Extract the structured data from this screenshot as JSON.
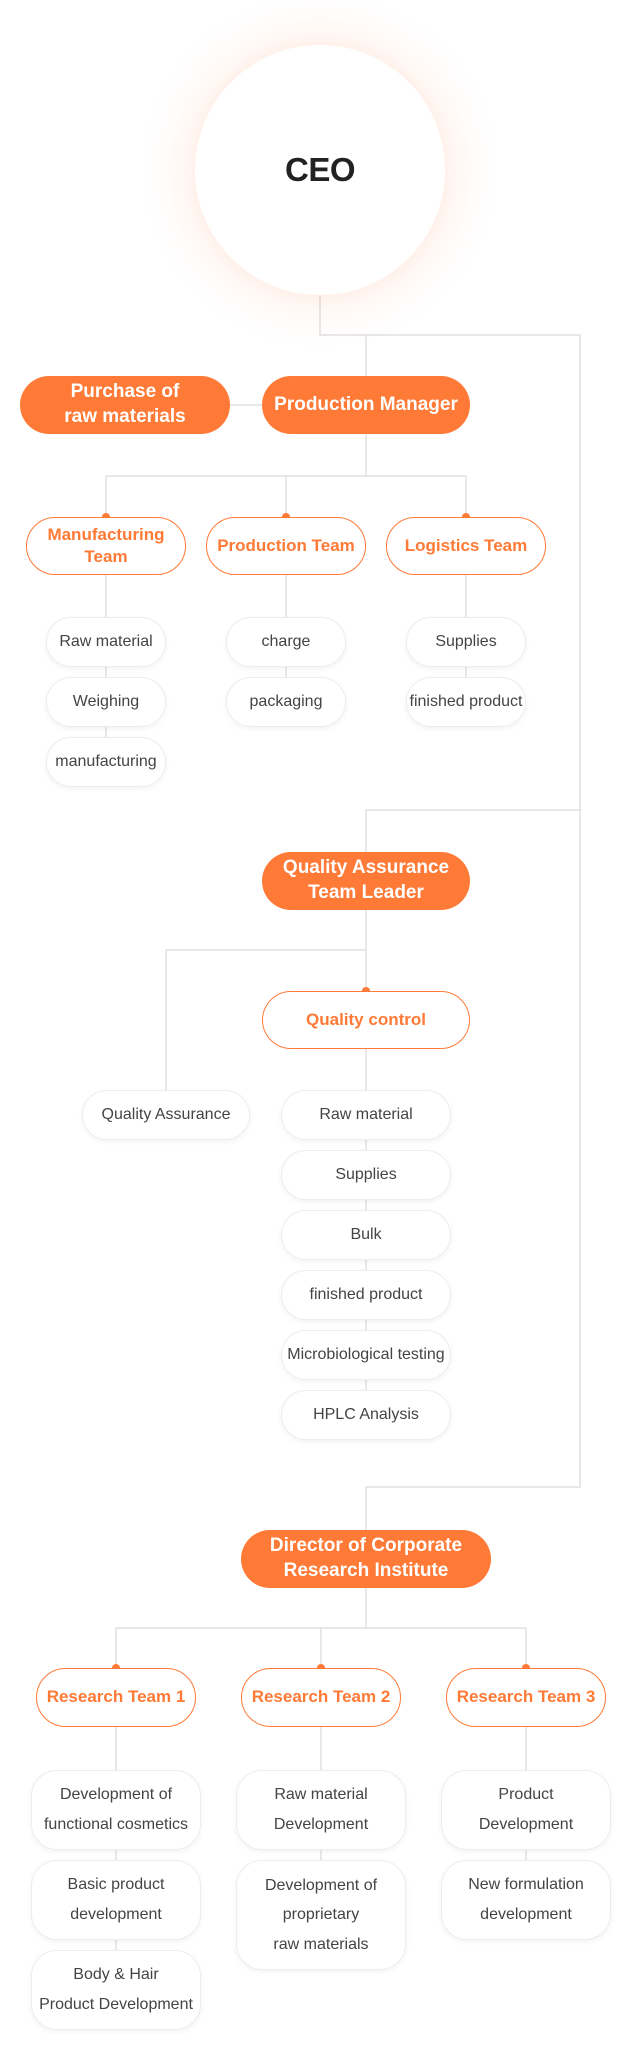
{
  "ceo": {
    "label": "CEO"
  },
  "production": {
    "purchase": "Purchase of\nraw materials",
    "manager": "Production Manager",
    "teams": [
      {
        "name": "Manufacturing\nTeam",
        "items": [
          "Raw material",
          "Weighing",
          "manufacturing"
        ]
      },
      {
        "name": "Production Team",
        "items": [
          "charge",
          "packaging"
        ]
      },
      {
        "name": "Logistics Team",
        "items": [
          "Supplies",
          "finished product"
        ]
      }
    ]
  },
  "quality": {
    "leader": "Quality Assurance\nTeam Leader",
    "assurance": "Quality Assurance",
    "control": "Quality control",
    "items": [
      "Raw material",
      "Supplies",
      "Bulk",
      "finished product",
      "Microbiological testing",
      "HPLC Analysis"
    ]
  },
  "research": {
    "director": "Director of Corporate\nResearch Institute",
    "teams": [
      {
        "name": "Research Team 1",
        "items": [
          "Development of\nfunctional cosmetics",
          "Basic product\ndevelopment",
          "Body & Hair\nProduct Development"
        ]
      },
      {
        "name": "Research Team 2",
        "items": [
          "Raw material\nDevelopment",
          "Development of\nproprietary\nraw materials"
        ]
      },
      {
        "name": "Research Team 3",
        "items": [
          "Product\nDevelopment",
          "New formulation\ndevelopment"
        ]
      }
    ]
  },
  "colors": {
    "accent": "#ff7a36",
    "line": "#d9d9d9"
  }
}
